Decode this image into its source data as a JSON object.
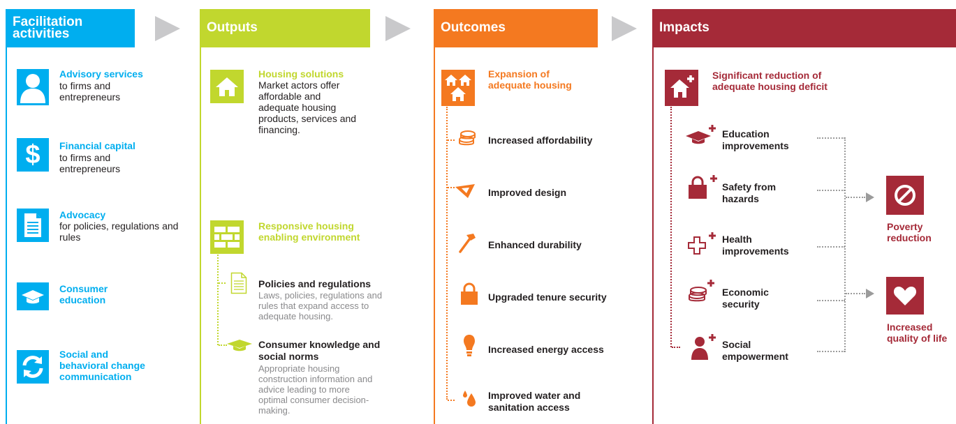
{
  "colors": {
    "blue": "#00aeef",
    "green": "#c1d72e",
    "orange": "#f47920",
    "red": "#a52a38",
    "chevron": "#c9c9cb",
    "grey_dots": "#9b9b9b"
  },
  "headers": {
    "facilitation": "Facilitation activities",
    "outputs": "Outputs",
    "outcomes": "Outcomes",
    "impacts": "Impacts"
  },
  "facilitation": [
    {
      "title": "Advisory services",
      "body": "to firms and entrepreneurs",
      "icon": "person-icon"
    },
    {
      "title": "Financial capital",
      "body": "to firms and entrepreneurs",
      "icon": "dollar-icon"
    },
    {
      "title": "Advocacy",
      "body": "for policies, regulations and rules",
      "icon": "document-icon"
    },
    {
      "title": "Consumer education",
      "body": "",
      "icon": "graduation-cap-icon"
    },
    {
      "title": "Social and behavioral change communication",
      "body": "",
      "icon": "cycle-arrows-icon"
    }
  ],
  "outputs": {
    "housing_solutions": {
      "title": "Housing solutions",
      "body": "Market actors offer affordable and adequate housing products, services and financing.",
      "icon": "house-icon"
    },
    "enabling_env": {
      "title": "Responsive housing enabling environment",
      "icon": "brick-wall-icon"
    },
    "policies": {
      "title": "Policies and regulations",
      "body": "Laws, policies, regulations and rules that expand access to adequate housing.",
      "icon": "document-outline-icon"
    },
    "consumer": {
      "title": "Consumer knowledge and social norms",
      "body": "Appropriate housing construction information and advice leading to more optimal consumer decision-making.",
      "icon": "graduation-cap-icon"
    }
  },
  "outcomes": {
    "main": {
      "title": "Expansion of adequate housing",
      "icon": "houses-icon"
    },
    "items": [
      {
        "label": "Increased affordability",
        "icon": "coins-icon"
      },
      {
        "label": "Improved design",
        "icon": "triangle-ruler-icon"
      },
      {
        "label": "Enhanced durability",
        "icon": "hammer-icon"
      },
      {
        "label": "Upgraded tenure security",
        "icon": "lock-icon"
      },
      {
        "label": "Increased energy access",
        "icon": "lightbulb-icon"
      },
      {
        "label": "Improved water and sanitation access",
        "icon": "water-drops-icon"
      }
    ]
  },
  "impacts": {
    "main": {
      "title": "Significant reduction of adequate housing deficit",
      "icon": "house-plus-icon"
    },
    "items": [
      {
        "label": "Education improvements",
        "icon": "graduation-cap-plus-icon"
      },
      {
        "label": "Safety from hazards",
        "icon": "lock-plus-icon"
      },
      {
        "label": "Health improvements",
        "icon": "health-cross-plus-icon"
      },
      {
        "label": "Economic security",
        "icon": "coins-plus-icon"
      },
      {
        "label": "Social empowerment",
        "icon": "person-plus-icon"
      }
    ],
    "finals": [
      {
        "label": "Poverty reduction",
        "icon": "prohibited-icon"
      },
      {
        "label": "Increased quality of life",
        "icon": "heart-icon"
      }
    ]
  }
}
